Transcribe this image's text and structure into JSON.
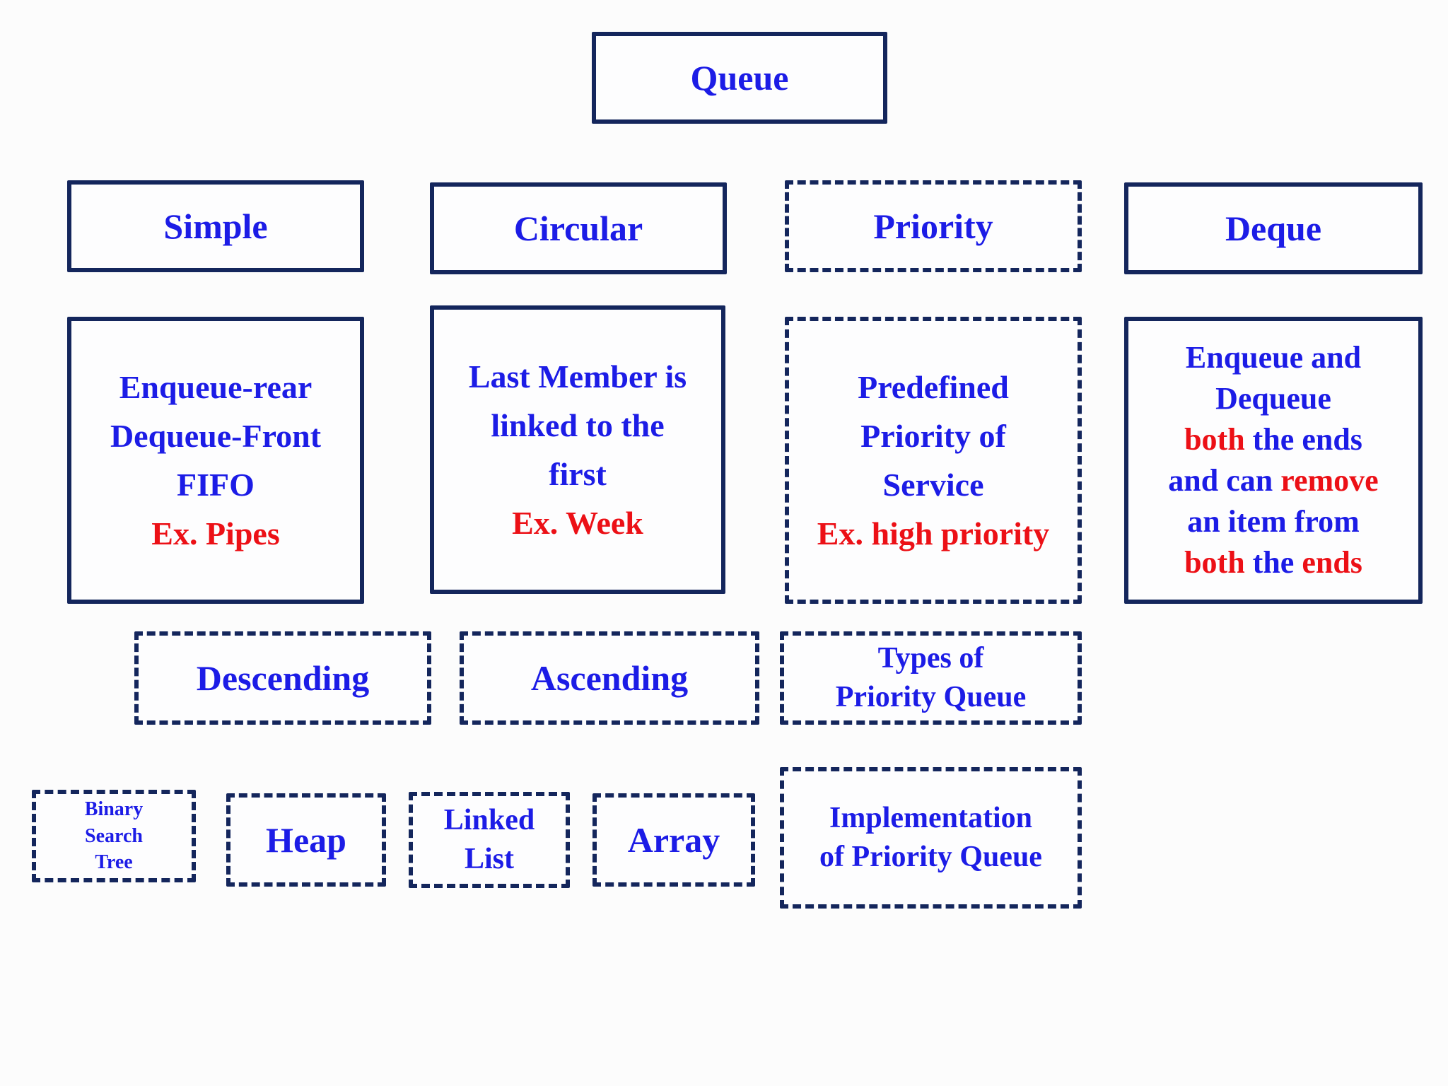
{
  "colors": {
    "border_navy": "#14265c",
    "text_blue": "#1c1ce6",
    "text_red": "#ec1016",
    "page_bg": "#fcfcfc",
    "box_bg": "#fdfdfe"
  },
  "diagram": {
    "root": {
      "title": "Queue"
    },
    "categories": {
      "simple": {
        "title": "Simple"
      },
      "circular": {
        "title": "Circular"
      },
      "priority": {
        "title": "Priority"
      },
      "deque": {
        "title": "Deque"
      }
    },
    "descriptions": {
      "simple": {
        "lines": [
          [
            {
              "t": "Enqueue-rear",
              "c": "blue"
            }
          ],
          [
            {
              "t": "Dequeue-Front",
              "c": "blue"
            }
          ],
          [
            {
              "t": "FIFO",
              "c": "blue"
            }
          ],
          [
            {
              "t": "Ex. Pipes",
              "c": "red"
            }
          ]
        ]
      },
      "circular": {
        "lines": [
          [
            {
              "t": "Last Member is",
              "c": "blue"
            }
          ],
          [
            {
              "t": "linked to the",
              "c": "blue"
            }
          ],
          [
            {
              "t": "first",
              "c": "blue"
            }
          ],
          [
            {
              "t": "Ex. Week",
              "c": "red"
            }
          ]
        ]
      },
      "priority": {
        "lines": [
          [
            {
              "t": "Predefined",
              "c": "blue"
            }
          ],
          [
            {
              "t": "Priority of",
              "c": "blue"
            }
          ],
          [
            {
              "t": "Service",
              "c": "blue"
            }
          ],
          [
            {
              "t": "Ex. high priority",
              "c": "red"
            }
          ]
        ]
      },
      "deque": {
        "lines": [
          [
            {
              "t": "Enqueue and",
              "c": "blue"
            }
          ],
          [
            {
              "t": "Dequeue",
              "c": "blue"
            }
          ],
          [
            {
              "t": "both",
              "c": "red"
            },
            {
              "t": " the ends",
              "c": "blue"
            }
          ],
          [
            {
              "t": "and can ",
              "c": "blue"
            },
            {
              "t": "remove",
              "c": "red"
            }
          ],
          [
            {
              "t": "an item from",
              "c": "blue"
            }
          ],
          [
            {
              "t": "both",
              "c": "red"
            },
            {
              "t": " the ",
              "c": "blue"
            },
            {
              "t": "ends",
              "c": "red"
            }
          ]
        ]
      }
    },
    "priority_types": {
      "descending": {
        "title": "Descending"
      },
      "ascending": {
        "title": "Ascending"
      },
      "label": {
        "lines": [
          [
            {
              "t": "Types of",
              "c": "blue"
            }
          ],
          [
            {
              "t": "Priority Queue",
              "c": "blue"
            }
          ]
        ]
      }
    },
    "implementations": {
      "bst": {
        "lines": [
          [
            {
              "t": "Binary",
              "c": "blue"
            }
          ],
          [
            {
              "t": "Search",
              "c": "blue"
            }
          ],
          [
            {
              "t": "Tree",
              "c": "blue"
            }
          ]
        ]
      },
      "heap": {
        "title": "Heap"
      },
      "linked_list": {
        "lines": [
          [
            {
              "t": "Linked",
              "c": "blue"
            }
          ],
          [
            {
              "t": "List",
              "c": "blue"
            }
          ]
        ]
      },
      "array": {
        "title": "Array"
      },
      "label": {
        "lines": [
          [
            {
              "t": "Implementation",
              "c": "blue"
            }
          ],
          [
            {
              "t": "of Priority Queue",
              "c": "blue"
            }
          ]
        ]
      }
    }
  }
}
